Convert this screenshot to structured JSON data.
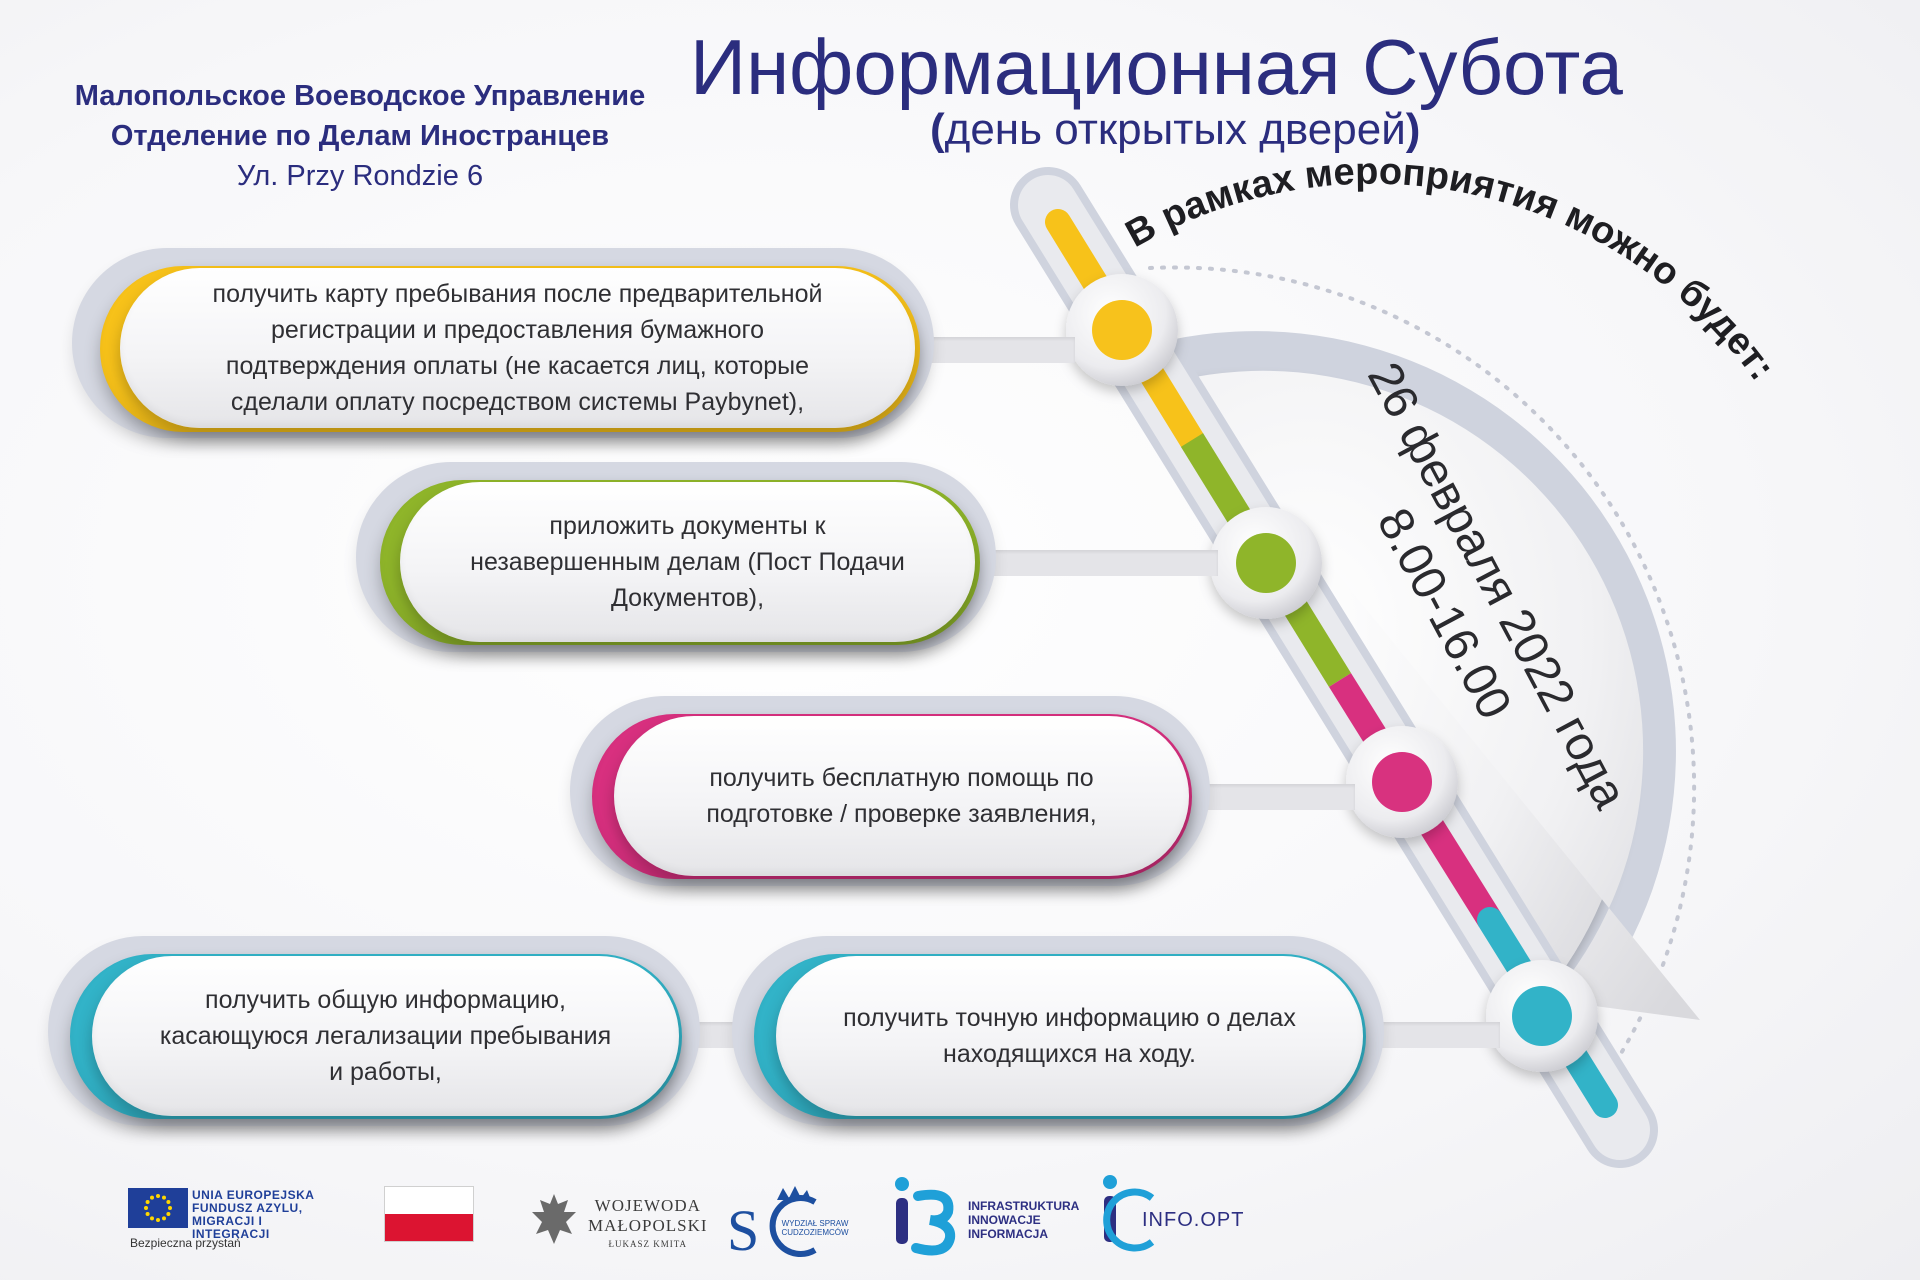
{
  "org": {
    "line1": "Малопольское Воеводское Управление",
    "line2": "Отделение по Делам Иностранцев",
    "address": "Ул. Przy Rondzie 6"
  },
  "title": "Информационная Субота",
  "subtitle": {
    "open_paren": "(",
    "text": "день открытых дверей",
    "close_paren": ")"
  },
  "arc_heading": "В рамках мероприятия можно будет:",
  "date": {
    "line1": "26 февраля 2022 года",
    "line2": "8.00-16.00"
  },
  "items": [
    {
      "lines": [
        "получить карту пребывания после предварительной",
        "регистрации и предоставления бумажного",
        "подтверждения оплаты (не касается лиц, которые",
        "сделали оплату посредством системы Paybynet),"
      ],
      "color": "#f7c21a"
    },
    {
      "lines": [
        "приложить документы к",
        "незавершенным делам  (Пост Подачи",
        "Документов),"
      ],
      "color": "#8fb52a"
    },
    {
      "lines": [
        "получить бесплатную помощь по",
        "подготовке / проверке заявления,"
      ],
      "color": "#d8307f"
    },
    {
      "lines": [
        "получить общую информацию,",
        "касающуюся легализации пребывания",
        "и работы,"
      ],
      "color": "#32b3c8"
    },
    {
      "lines": [
        "получить точную информацию о делах",
        "находящихся на ходу."
      ],
      "color": "#32b3c8"
    }
  ],
  "footer": {
    "eu": [
      "UNIA EUROPEJSKA",
      "FUNDUSZ AZYLU,",
      "MIGRACJI I INTEGRACJI"
    ],
    "eu_sub": "Bezpieczna przystań",
    "wojewoda": [
      "WOJEWODA",
      "MAŁOPOLSKI"
    ],
    "wojewoda_name": "ŁUKASZ KMITA",
    "sc": [
      "WYDZIAŁ SPRAW",
      "CUDZOZIEMCÓW"
    ],
    "i3": [
      "INFRASTRUKTURA",
      "INNOWACJE",
      "INFORMACJA"
    ],
    "info_opt": "INFO.OPT"
  },
  "colors": {
    "navy": "#2b2d7e",
    "yellow": "#f7c21a",
    "green": "#8fb52a",
    "magenta": "#d8307f",
    "cyan": "#32b3c8"
  }
}
